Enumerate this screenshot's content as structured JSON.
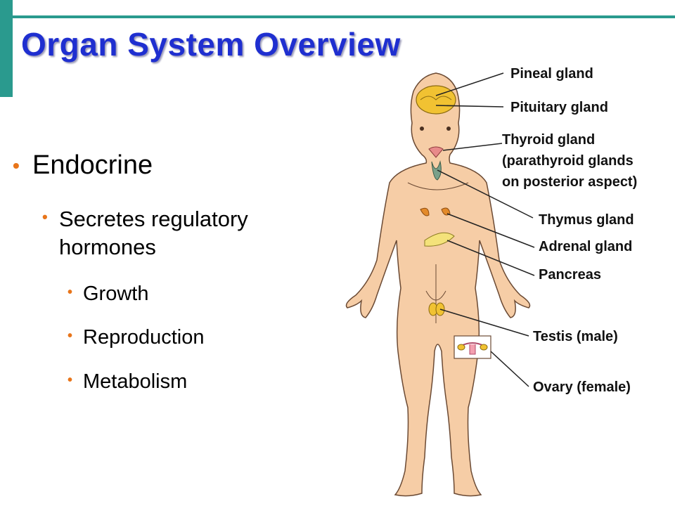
{
  "slide": {
    "title": "Organ System Overview"
  },
  "bullets": {
    "level1": "Endocrine",
    "level2_line1": "Secretes regulatory",
    "level2_line2": "hormones",
    "level3": [
      "Growth",
      "Reproduction",
      "Metabolism"
    ]
  },
  "figure_labels": {
    "pineal": "Pineal gland",
    "pituitary": "Pituitary gland",
    "thyroid_1": "Thyroid gland",
    "thyroid_2": "(parathyroid glands",
    "thyroid_3": "on posterior aspect)",
    "thymus": "Thymus gland",
    "adrenal": "Adrenal gland",
    "pancreas": "Pancreas",
    "testis": "Testis (male)",
    "ovary": "Ovary (female)"
  },
  "colors": {
    "accent": "#2a9a8e",
    "title": "#1f2fd0",
    "bullet_dot": "#e8751a",
    "skin": "#f6cda6",
    "outline": "#6b4a34"
  }
}
